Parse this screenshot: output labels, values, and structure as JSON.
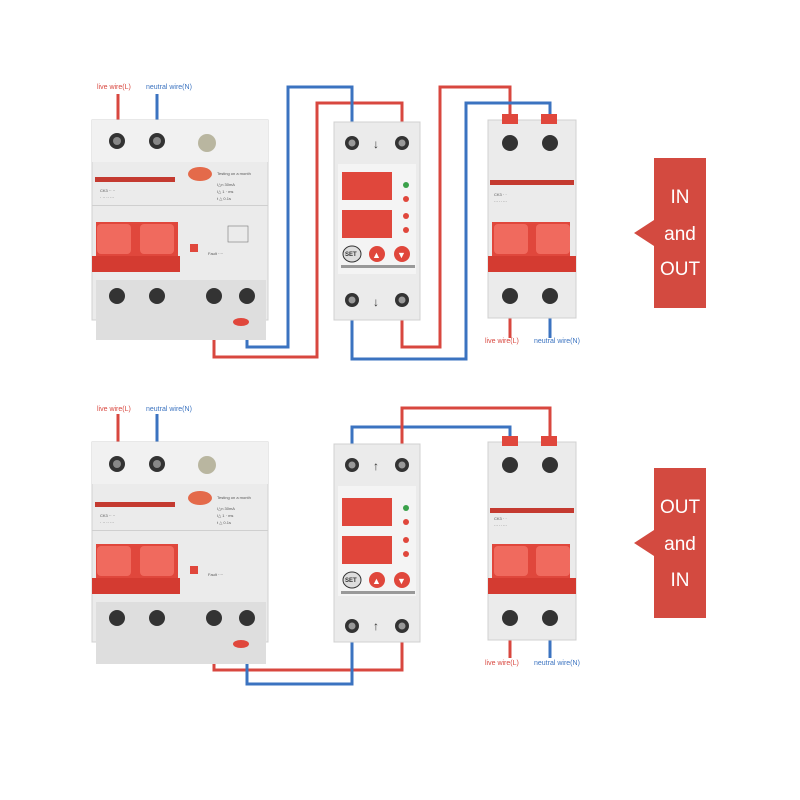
{
  "colors": {
    "live_wire": "#d8473f",
    "neutral_wire": "#3b73c0",
    "breaker_red": "#e0473c",
    "sign_red": "#d34a40",
    "module_body": "#e9e9e9"
  },
  "top_diagram": {
    "live_label": "live wire(L)",
    "neutral_label": "neutral wire(N)",
    "out_live_label": "live wire(L)",
    "out_neutral_label": "neutral wire(N)",
    "arrow_top": "↓",
    "arrow_bottom": "↓",
    "sign": {
      "line1": "IN",
      "line2": "and",
      "line3": "OUT"
    }
  },
  "bottom_diagram": {
    "live_label": "live wire(L)",
    "neutral_label": "neutral wire(N)",
    "out_live_label": "live wire(L)",
    "out_neutral_label": "neutral wire(N)",
    "arrow_top": "↑",
    "arrow_bottom": "↑",
    "sign": {
      "line1": "OUT",
      "line2": "and",
      "line3": "IN"
    }
  },
  "protector": {
    "set_button": "SET",
    "up_button": "▲",
    "down_button": "▼"
  },
  "icons": [
    "screw-terminal-icon",
    "arrow-up-icon",
    "arrow-down-icon",
    "led-indicator-icon",
    "test-button-icon"
  ]
}
